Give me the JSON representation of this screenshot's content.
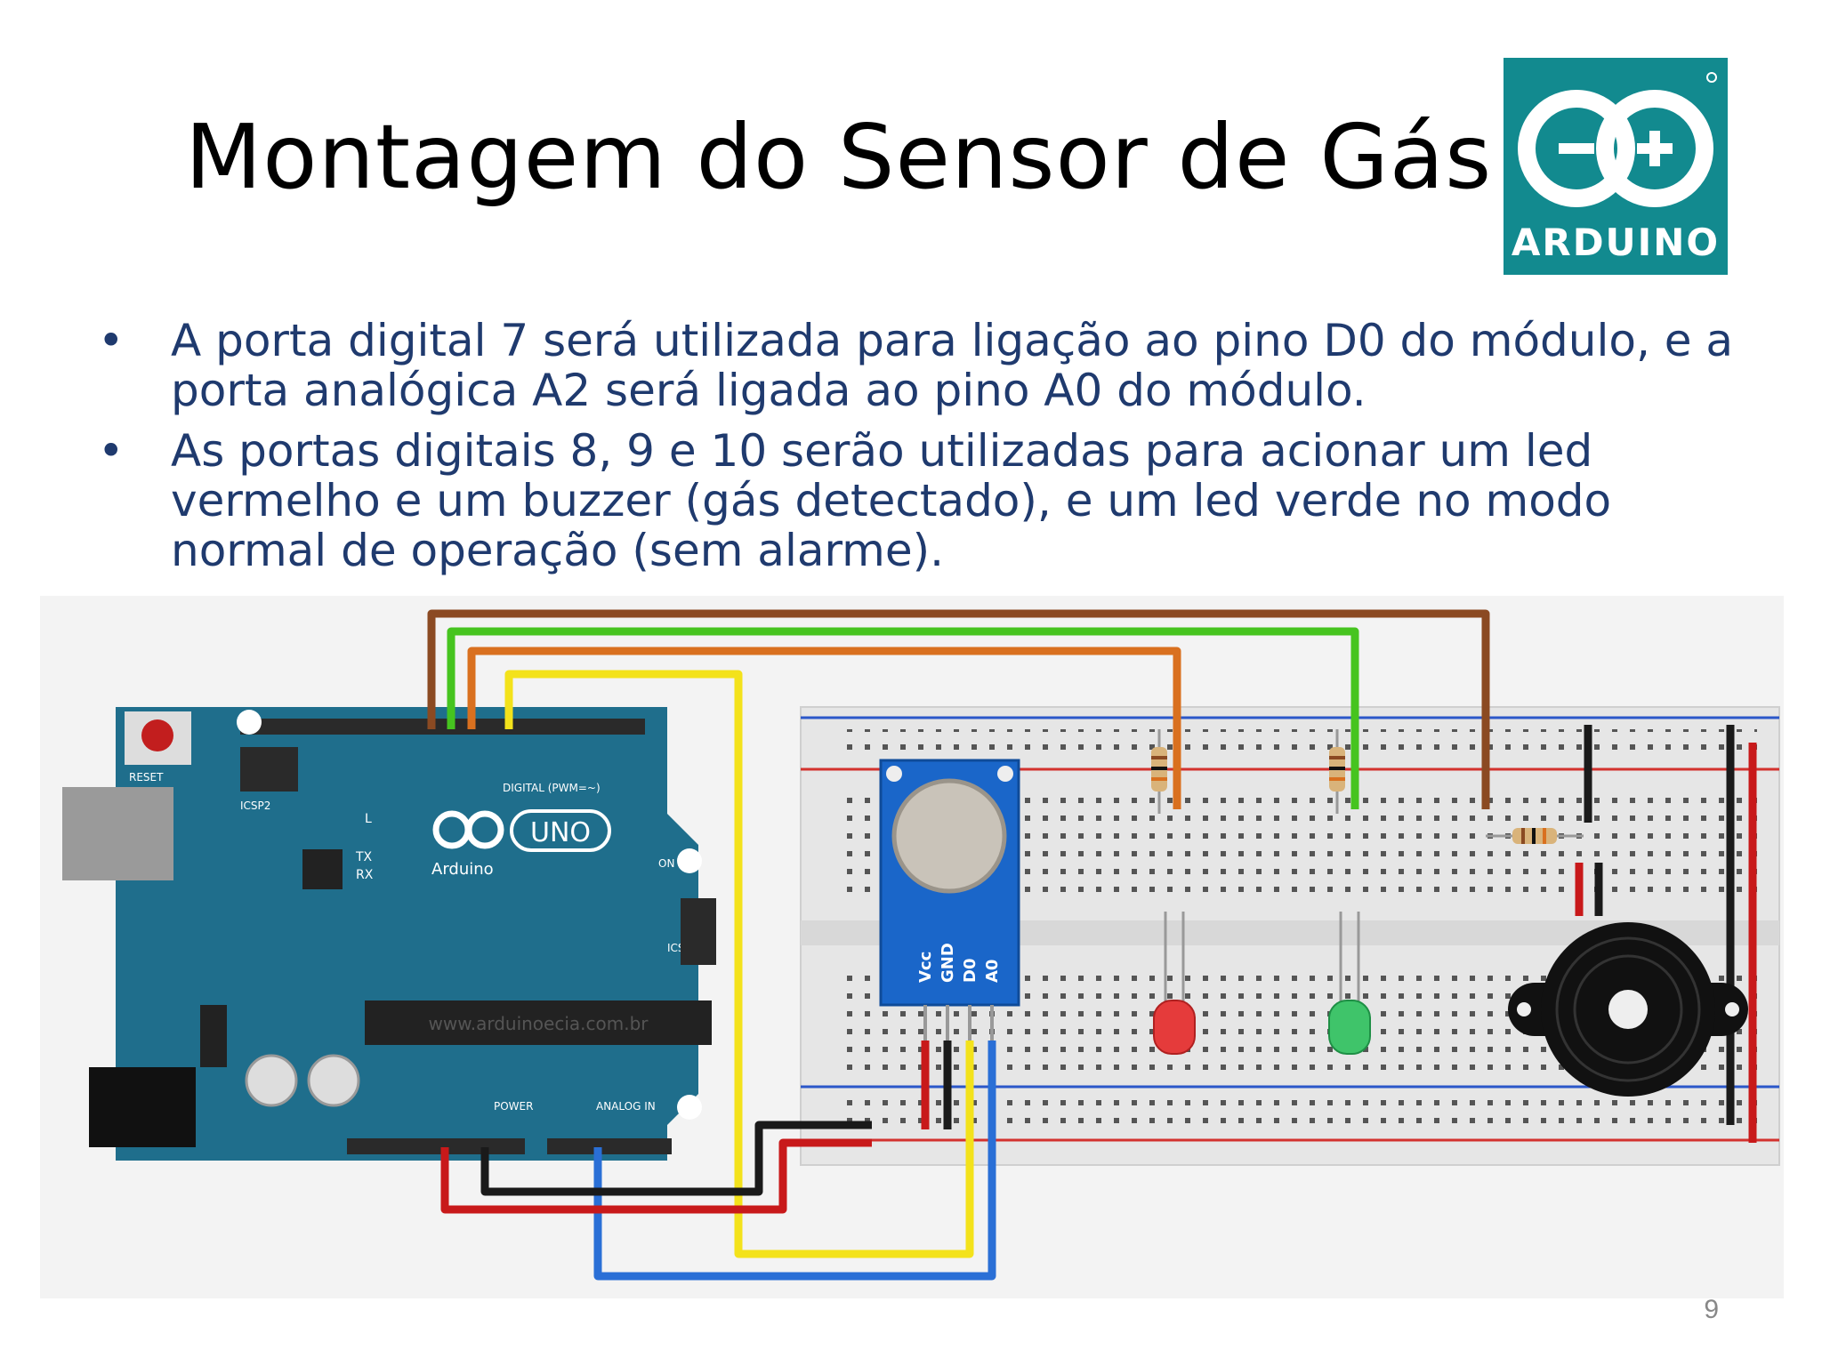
{
  "slide": {
    "title": "Montagem do Sensor de Gás",
    "bullets": [
      "A porta digital 7 será utilizada para ligação ao pino D0 do módulo, e a porta analógica A2 será ligada ao pino A0 do módulo.",
      "As portas digitais 8, 9 e 10 serão utilizadas para acionar um led vermelho e um buzzer (gás detectado), e um led verde no modo normal de operação (sem alarme)."
    ],
    "bullet_symbol": "•",
    "page_number": "9"
  },
  "logo": {
    "text": "ARDUINO",
    "color": "#128a8f",
    "icon": "arduino-infinity-icon"
  },
  "diagram": {
    "board": {
      "brand": "Arduino",
      "model": "UNO",
      "reset_label": "RESET",
      "icsp2_label": "ICSP2",
      "icsp_label": "ICSP",
      "digital_label": "DIGITAL (PWM=~)",
      "power_label": "POWER",
      "analog_label": "ANALOG IN",
      "on_label": "ON",
      "l_label": "L",
      "tx_label": "TX",
      "rx_label": "RX",
      "watermark": "www.arduinoecia.com.br",
      "board_color": "#1f6e8c"
    },
    "sensor": {
      "pins": [
        "Vcc",
        "GND",
        "D0",
        "A0"
      ],
      "color": "#1a66c9"
    },
    "wire_colors": {
      "brown": "#8b4a22",
      "green": "#46c41f",
      "orange": "#d9701f",
      "yellow": "#f3e21b",
      "red": "#c8191a",
      "black": "#1a1a1a",
      "blue": "#2a6fd6"
    },
    "components": [
      "red-led",
      "green-led",
      "buzzer",
      "resistor",
      "resistor",
      "resistor"
    ]
  }
}
